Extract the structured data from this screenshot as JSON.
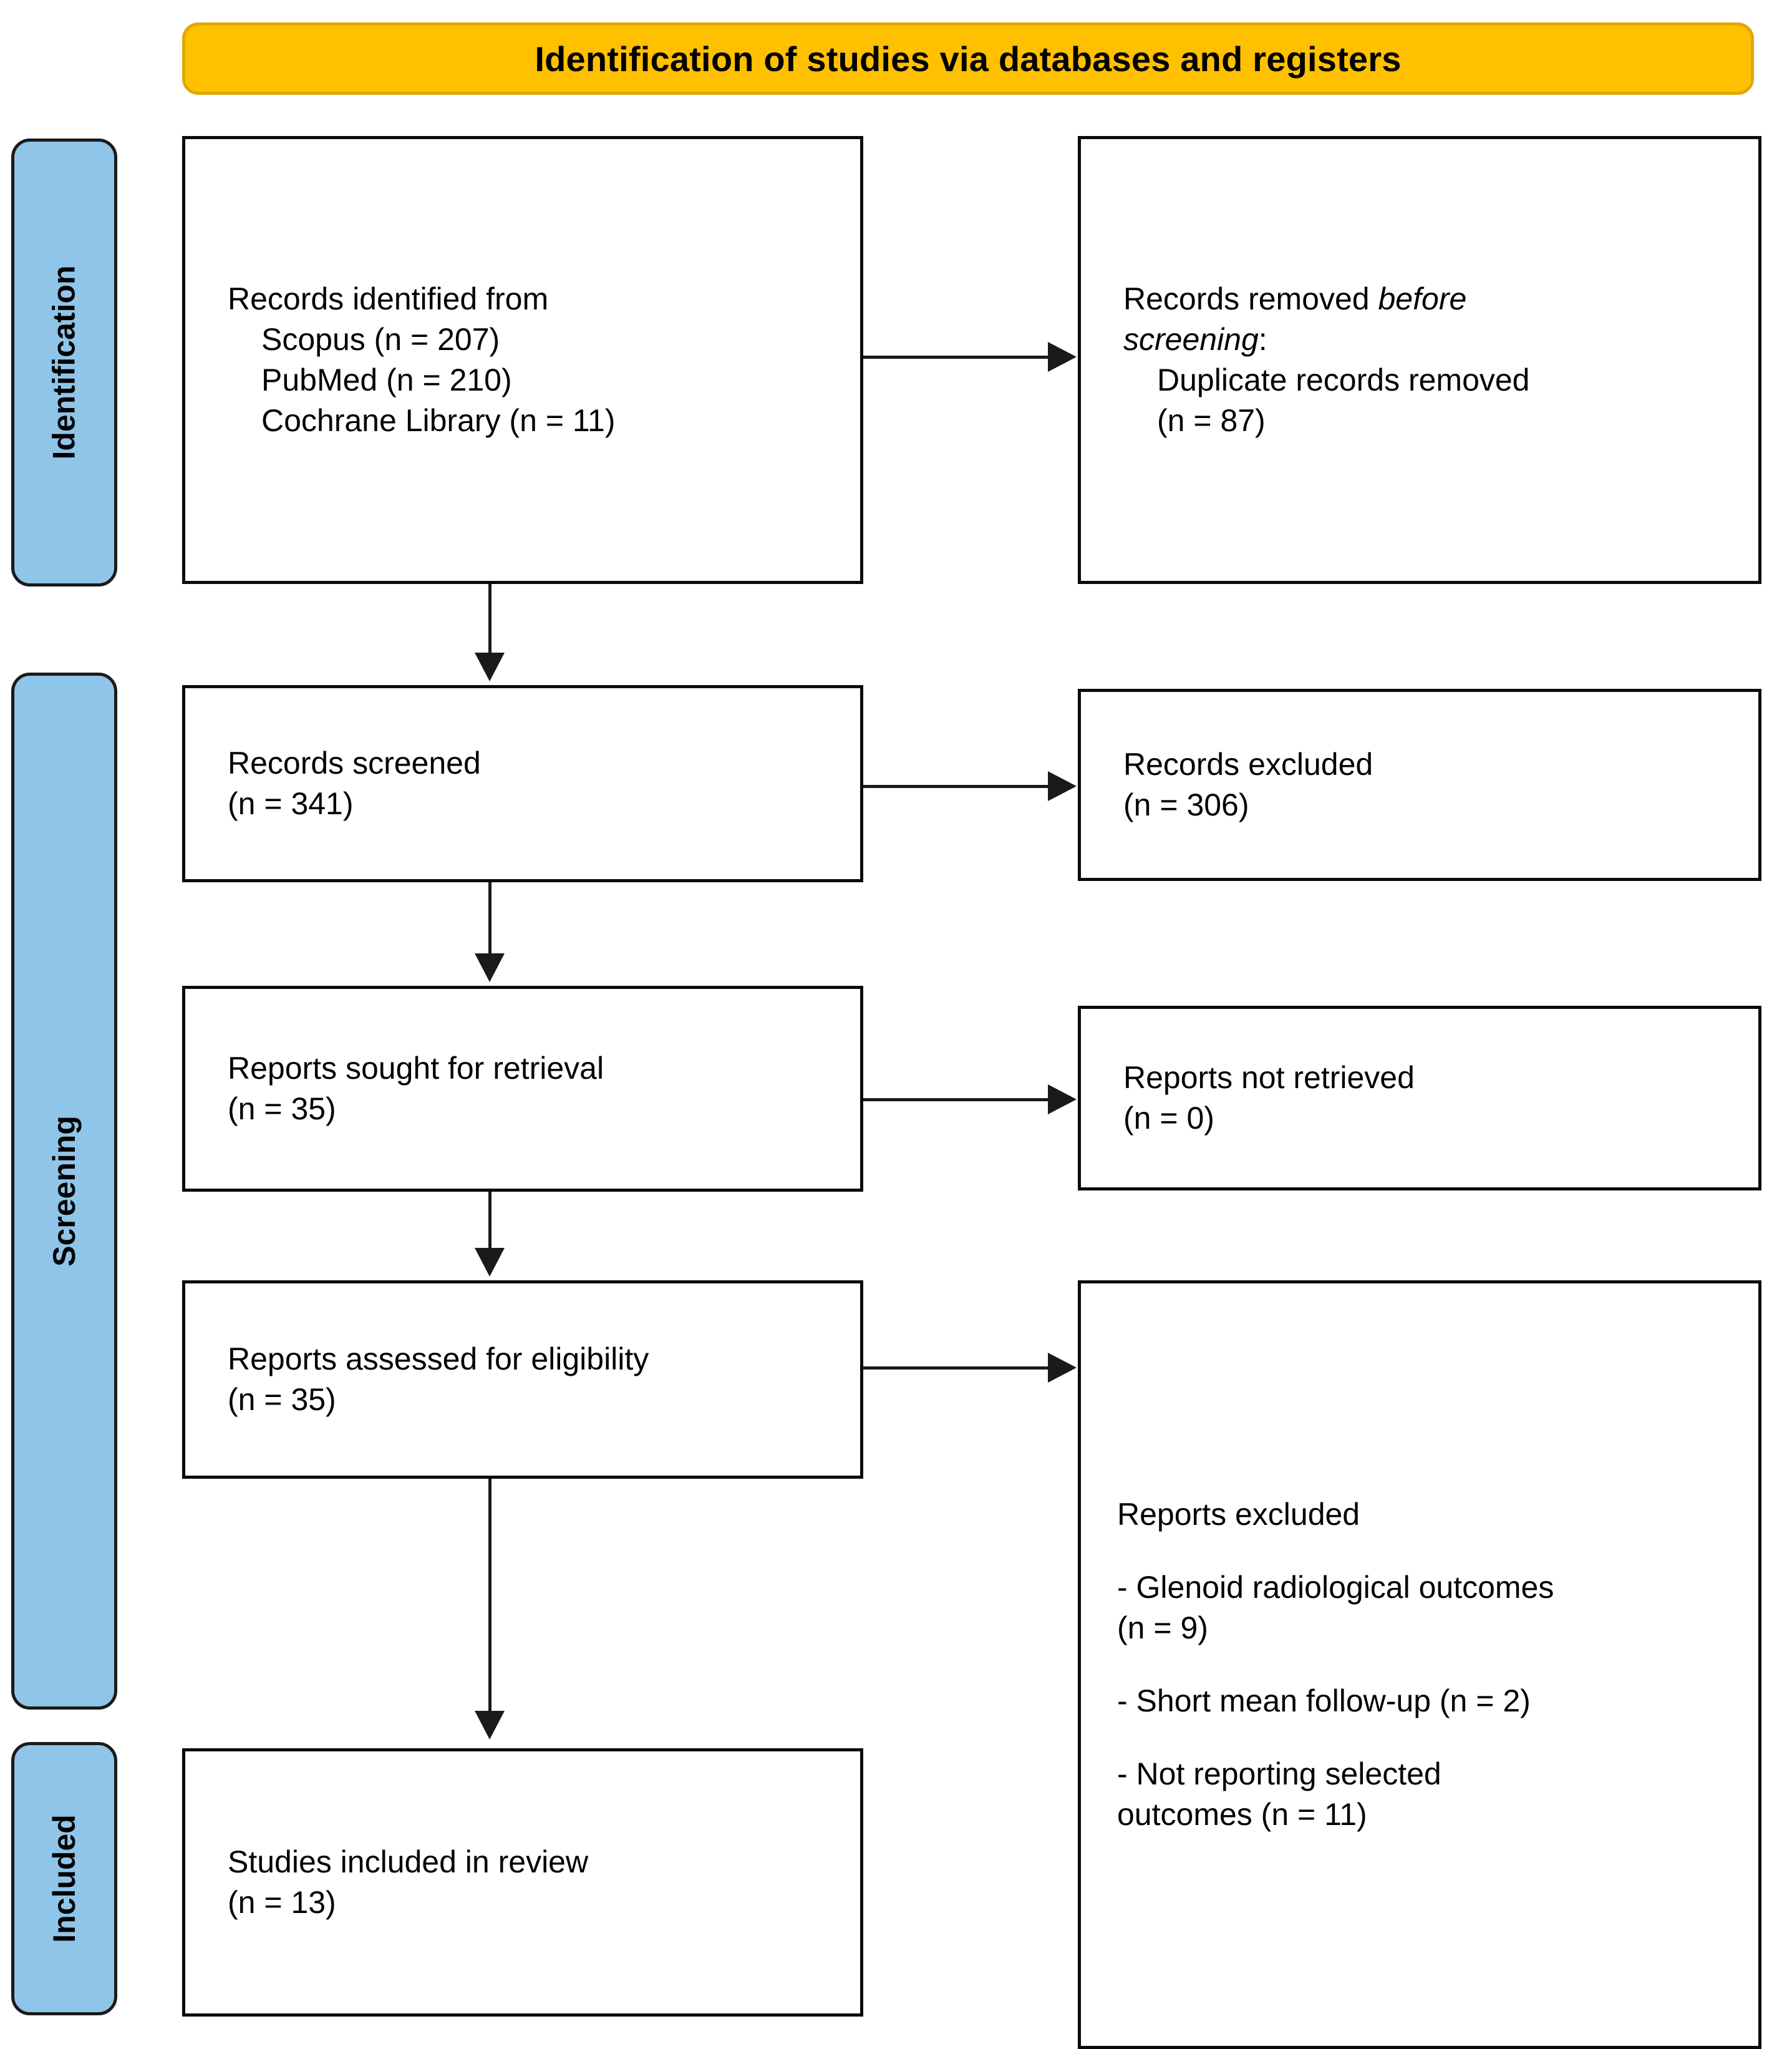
{
  "header": {
    "title": "Identification of studies via databases and registers",
    "color": "#FFC000"
  },
  "stages": {
    "identification": "Identification",
    "screening": "Screening",
    "included": "Included",
    "color": "#8FC5E8"
  },
  "boxes": {
    "identified": {
      "line1": "Records identified from",
      "line2": "Scopus (n = 207)",
      "line3": "PubMed (n = 210)",
      "line4": "Cochrane Library (n = 11)"
    },
    "removed": {
      "line1": "Records removed ",
      "line1_italic": "before",
      "line2_italic": "screening",
      "line2_tail": ":",
      "line3": "Duplicate records removed",
      "line4": "(n = 87)"
    },
    "screened": {
      "line1": "Records screened",
      "line2": "(n = 341)"
    },
    "excluded": {
      "line1": "Records excluded",
      "line2": "(n = 306)"
    },
    "sought": {
      "line1": "Reports sought for retrieval",
      "line2": "(n = 35)"
    },
    "not_retrieved": {
      "line1": "Reports not retrieved",
      "line2": "(n = 0)"
    },
    "assessed": {
      "line1": "Reports assessed for eligibility",
      "line2": "(n = 35)"
    },
    "reports_excluded": {
      "line1": "Reports excluded",
      "line2": "- Glenoid radiological outcomes",
      "line3": "(n = 9)",
      "line4": "- Short mean follow-up (n = 2)",
      "line5": "- Not reporting selected",
      "line6": "outcomes (n = 11)"
    },
    "included": {
      "line1": "Studies included in review",
      "line2": "(n = 13)"
    }
  },
  "chart_data": {
    "type": "diagram",
    "title": "Identification of studies via databases and registers",
    "nodes": [
      {
        "id": "identified",
        "stage": "Identification",
        "column": "left",
        "label": "Records identified from",
        "counts": {
          "Scopus": 207,
          "PubMed": 210,
          "Cochrane Library": 11
        }
      },
      {
        "id": "removed",
        "stage": "Identification",
        "column": "right",
        "label": "Records removed before screening: Duplicate records removed",
        "n": 87
      },
      {
        "id": "screened",
        "stage": "Screening",
        "column": "left",
        "label": "Records screened",
        "n": 341
      },
      {
        "id": "excluded",
        "stage": "Screening",
        "column": "right",
        "label": "Records excluded",
        "n": 306
      },
      {
        "id": "sought",
        "stage": "Screening",
        "column": "left",
        "label": "Reports sought for retrieval",
        "n": 35
      },
      {
        "id": "not_retrieved",
        "stage": "Screening",
        "column": "right",
        "label": "Reports not retrieved",
        "n": 0
      },
      {
        "id": "assessed",
        "stage": "Screening",
        "column": "left",
        "label": "Reports assessed for eligibility",
        "n": 35
      },
      {
        "id": "reports_excluded",
        "stage": "Screening",
        "column": "right",
        "label": "Reports excluded",
        "reasons": [
          {
            "reason": "Glenoid radiological outcomes",
            "n": 9
          },
          {
            "reason": "Short mean follow-up",
            "n": 2
          },
          {
            "reason": "Not reporting selected outcomes",
            "n": 11
          }
        ]
      },
      {
        "id": "included",
        "stage": "Included",
        "column": "left",
        "label": "Studies included in review",
        "n": 13
      }
    ],
    "edges": [
      {
        "from": "identified",
        "to": "removed",
        "direction": "right"
      },
      {
        "from": "identified",
        "to": "screened",
        "direction": "down"
      },
      {
        "from": "screened",
        "to": "excluded",
        "direction": "right"
      },
      {
        "from": "screened",
        "to": "sought",
        "direction": "down"
      },
      {
        "from": "sought",
        "to": "not_retrieved",
        "direction": "right"
      },
      {
        "from": "sought",
        "to": "assessed",
        "direction": "down"
      },
      {
        "from": "assessed",
        "to": "reports_excluded",
        "direction": "right"
      },
      {
        "from": "assessed",
        "to": "included",
        "direction": "down"
      }
    ]
  }
}
